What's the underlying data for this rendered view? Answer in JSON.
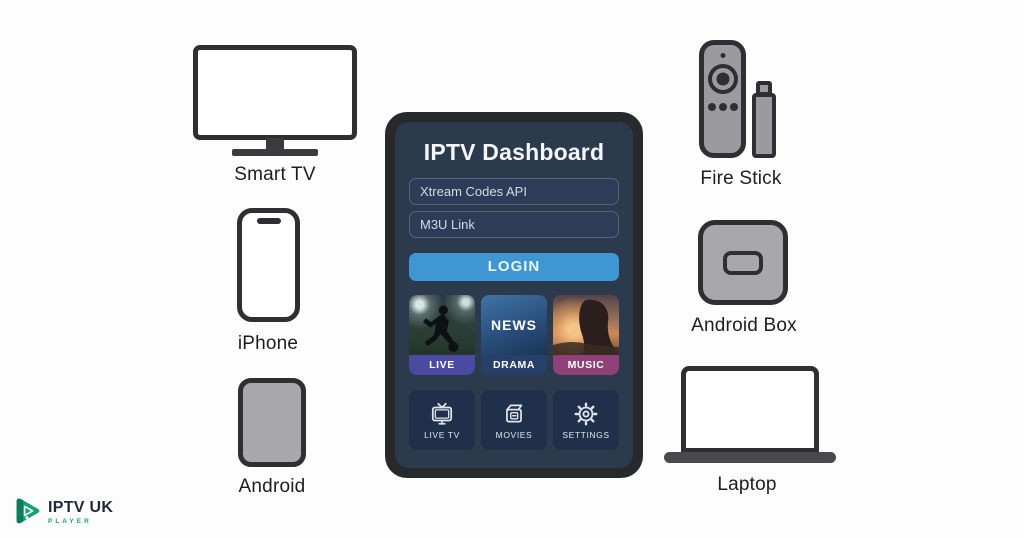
{
  "page": {
    "background": "#fdfdfd"
  },
  "logo": {
    "brand": "IPTV UK",
    "sub": "PLAYER",
    "accent_color": "#17a078",
    "icon": "play-icon"
  },
  "devices": {
    "smart_tv": {
      "label": "Smart TV"
    },
    "iphone": {
      "label": "iPhone"
    },
    "android": {
      "label": "Android"
    },
    "fire_stick": {
      "label": "Fire Stick"
    },
    "android_box": {
      "label": "Android Box"
    },
    "laptop": {
      "label": "Laptop"
    }
  },
  "tablet": {
    "title": "IPTV Dashboard",
    "inputs": [
      {
        "value": "Xtream Codes API"
      },
      {
        "value": "M3U Link"
      }
    ],
    "login_label": "LOGIN",
    "tiles": [
      {
        "label": "LIVE",
        "image": "soccer-player-night-stadium",
        "label_color": "#4a4aa3"
      },
      {
        "label": "DRAMA",
        "overlay_text": "NEWS",
        "label_color": "#27406a"
      },
      {
        "label": "MUSIC",
        "image": "woman-silhouette-sunset",
        "label_color": "#8e4077"
      }
    ],
    "nav": [
      {
        "label": "LIVE TV",
        "icon": "tv-icon"
      },
      {
        "label": "MOVIES",
        "icon": "movies-icon"
      },
      {
        "label": "SETTINGS",
        "icon": "settings-icon"
      }
    ],
    "colors": {
      "frame": "#28292d",
      "screen_bg": "#2c3a4e",
      "login_bg": "#3e97d3",
      "panel_bg": "#20304a"
    }
  }
}
